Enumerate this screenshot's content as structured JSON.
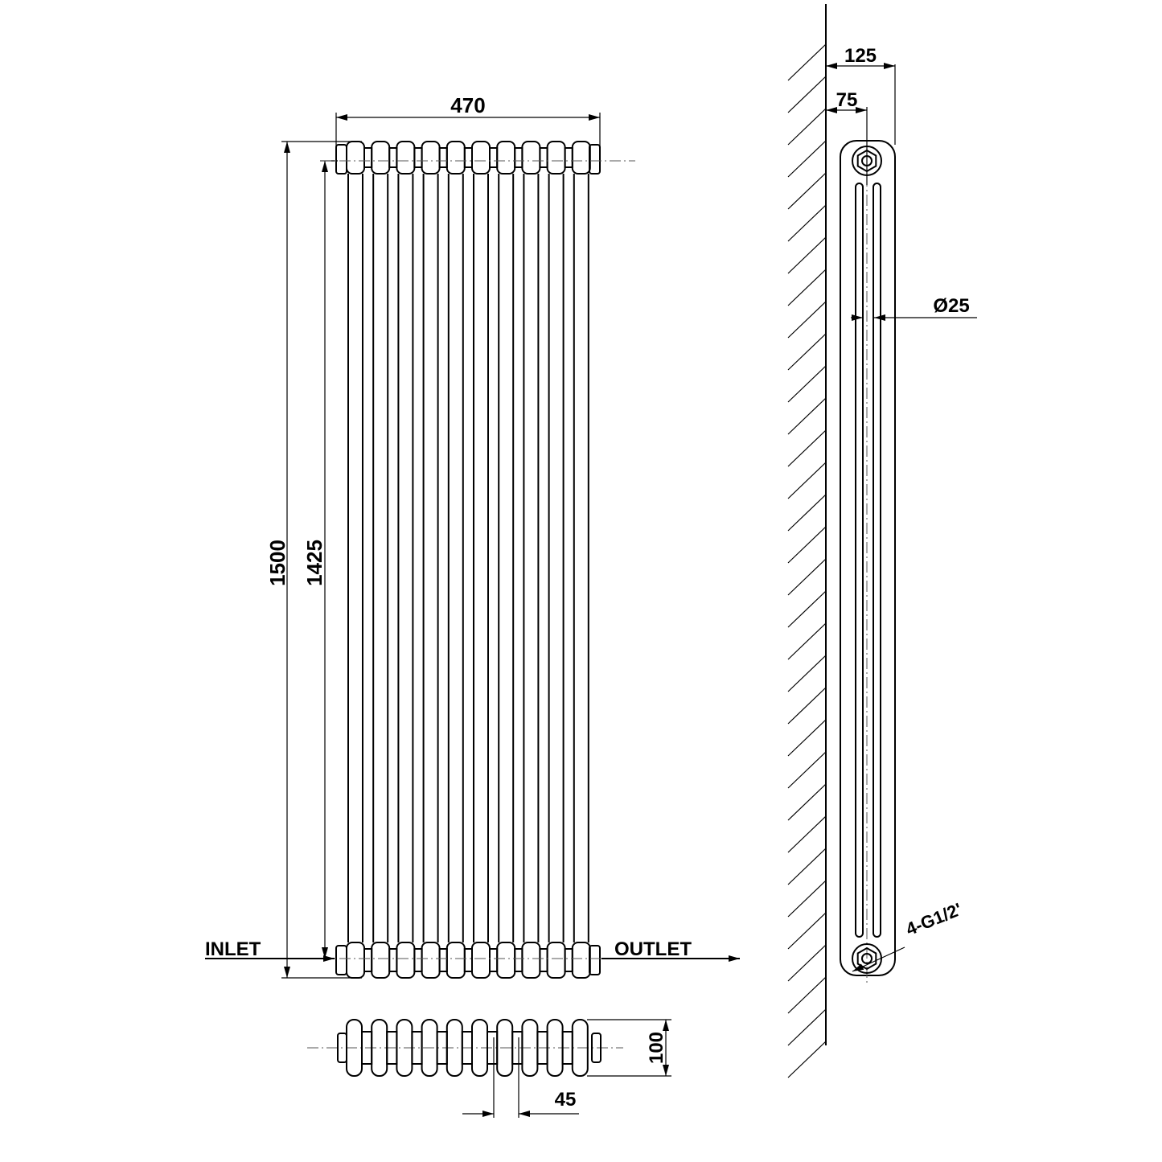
{
  "front_view": {
    "width_label": "470",
    "height_label": "1500",
    "centers_label": "1425",
    "inlet_label": "INLET",
    "outlet_label": "OUTLET",
    "columns": 10
  },
  "bottom_view": {
    "depth_label": "100",
    "pitch_label": "45"
  },
  "side_view": {
    "depth_label": "125",
    "wall_offset_label": "75",
    "tube_diameter_label": "Ø25",
    "connection_label": "4-G1/2'"
  }
}
